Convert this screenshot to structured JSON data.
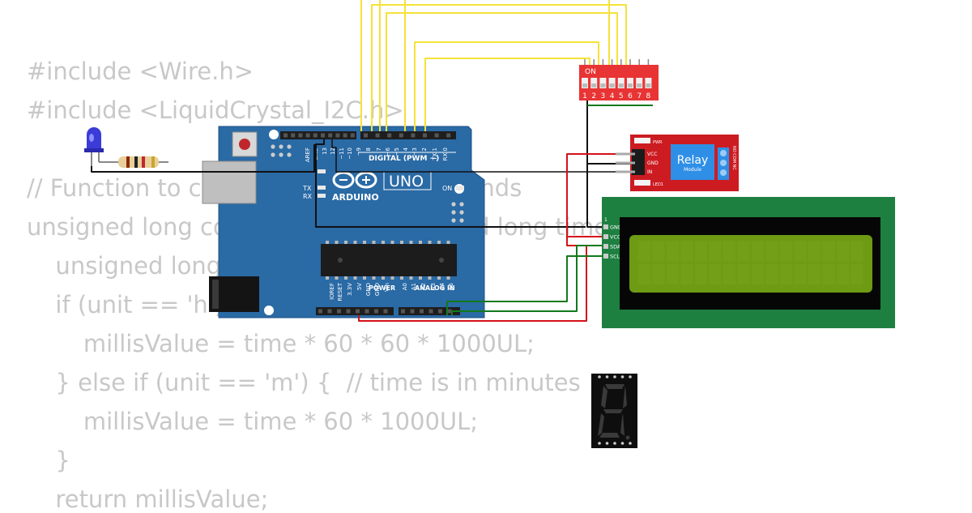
{
  "code_lines": [
    "#include <Wire.h>",
    "#include <LiquidCrystal_I2C.h>",
    "",
    "// Function to convert time to milliseconds",
    "unsigned long convertToMillis(unsigned long time, char unit) {",
    "  unsigned long millisValue;",
    "  if (unit == 'h') {  // time is in hours",
    "    millisValue = time * 60 * 60 * 1000UL;",
    "  } else if (unit == 'm') {  // time is in minutes",
    "    millisValue = time * 60 * 1000UL;",
    "  }",
    "  return millisValue;"
  ],
  "arduino": {
    "brand": "ARDUINO",
    "model": "UNO",
    "digital_label": "DIGITAL (PWM ~)",
    "on_label": "ON",
    "tx_label": "TX",
    "rx_label": "RX",
    "power_label": "POWER",
    "analog_label": "ANALOG IN",
    "top_pins": [
      "AREF",
      "GND",
      "13",
      "12",
      "~11",
      "~10",
      "~9",
      "8",
      "7",
      "~6",
      "~5",
      "4",
      "~3",
      "2",
      "TX 1",
      "RX 0"
    ],
    "bottom_pins": [
      "IOREF",
      "RESET",
      "3.3V",
      "5V",
      "GND",
      "GND",
      "Vin",
      "A0",
      "A1",
      "A2",
      "A3",
      "A4",
      "A5"
    ],
    "l_label": "L"
  },
  "dip_switch": {
    "on_label": "ON",
    "numbers": [
      "1",
      "2",
      "3",
      "4",
      "5",
      "6",
      "7",
      "8"
    ]
  },
  "relay": {
    "title": "Relay",
    "subtitle": "Module",
    "pins": [
      "VCC",
      "GND",
      "IN"
    ],
    "pwr_label": "PWR",
    "led_label": "LED1",
    "terminals": "NO COM NC"
  },
  "lcd": {
    "pin1": "1",
    "pins": [
      "GND",
      "VCC",
      "SDA",
      "SCL"
    ]
  },
  "seven_segment": {
    "digit": "8"
  },
  "colors": {
    "board_blue": "#2a6aa5",
    "lcd_green": "#1e8040",
    "lcd_screen": "#6e9a14",
    "relay_red": "#cc1c22",
    "relay_blue": "#2f8fe6",
    "dip_red": "#e83434",
    "wire_yellow": "#f5e23a",
    "wire_black": "#111111",
    "wire_red": "#d4101a",
    "wire_green": "#117a1c",
    "code_text": "#c8c8c8"
  }
}
